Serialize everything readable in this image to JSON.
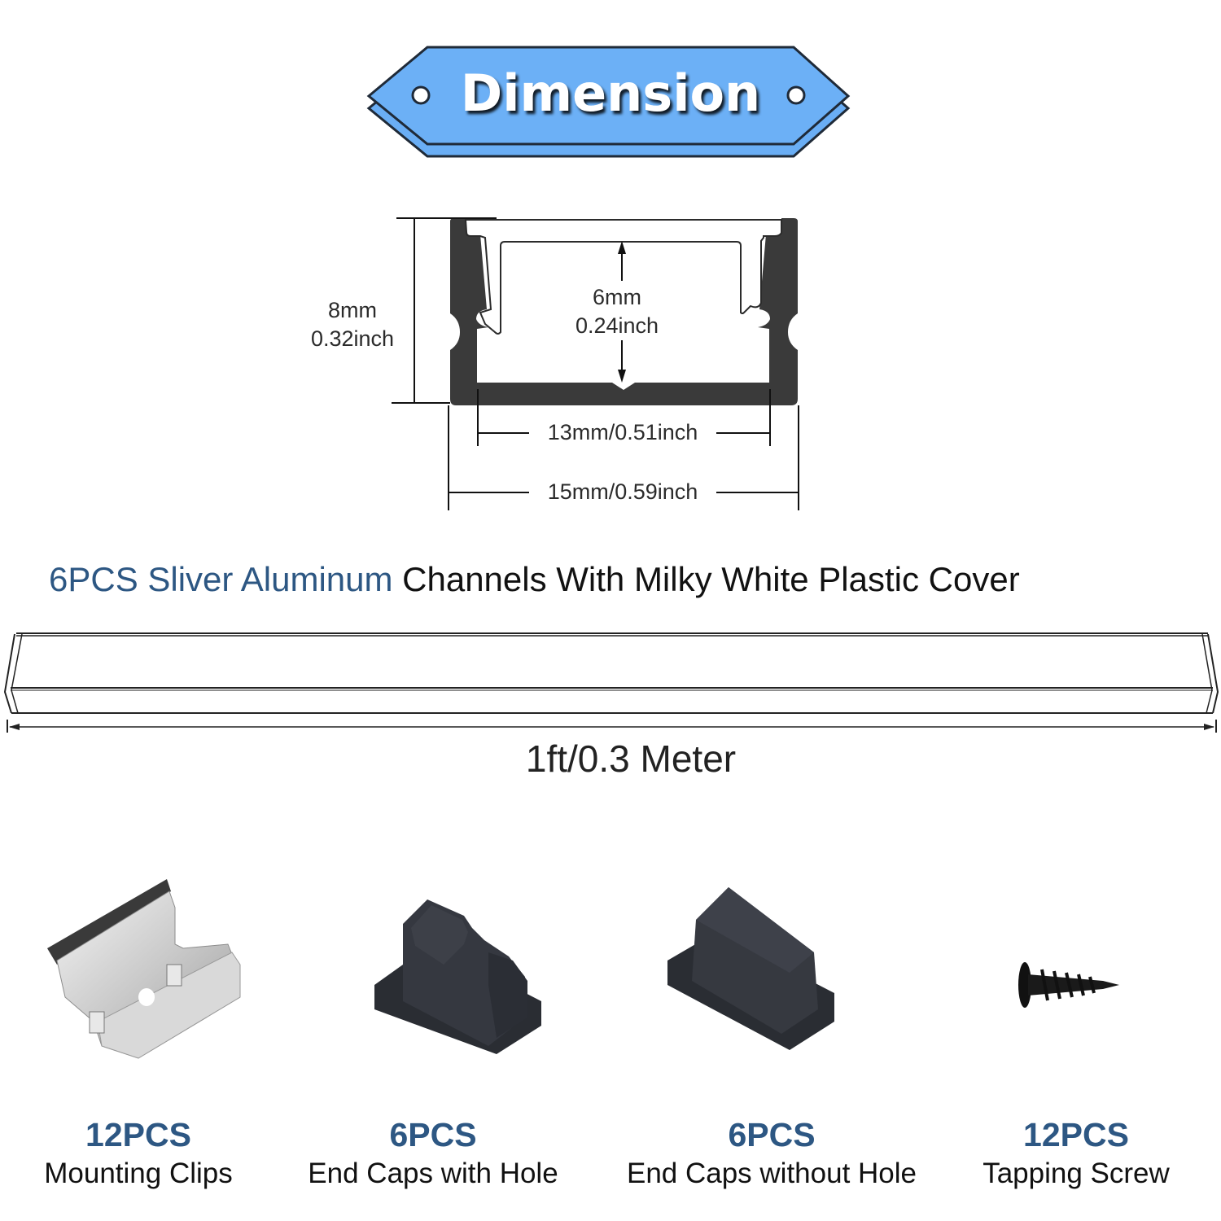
{
  "banner": {
    "title": "Dimension",
    "fill_color": "#6aaef5",
    "outline_color": "#1f2a38"
  },
  "profile": {
    "height_mm": "8mm",
    "height_in": "0.32inch",
    "inner_height_mm": "6mm",
    "inner_height_in": "0.24inch",
    "inner_width": "13mm/0.51inch",
    "outer_width": "15mm/0.59inch",
    "profile_color": "#3a3a3a"
  },
  "subtitle": {
    "highlight": "6PCS Sliver Aluminum",
    "rest": " Channels With Milky White Plastic Cover",
    "highlight_color": "#2d5783"
  },
  "channel": {
    "length_label": "1ft/0.3 Meter"
  },
  "accessories": [
    {
      "qty": "12PCS",
      "name": "Mounting Clips",
      "icon": "mounting-clip-image"
    },
    {
      "qty": "6PCS",
      "name": "End Caps with Hole",
      "icon": "end-cap-with-hole-image"
    },
    {
      "qty": "6PCS",
      "name": "End Caps without Hole",
      "icon": "end-cap-without-hole-image"
    },
    {
      "qty": "12PCS",
      "name": "Tapping Screw",
      "icon": "tapping-screw-image"
    }
  ]
}
